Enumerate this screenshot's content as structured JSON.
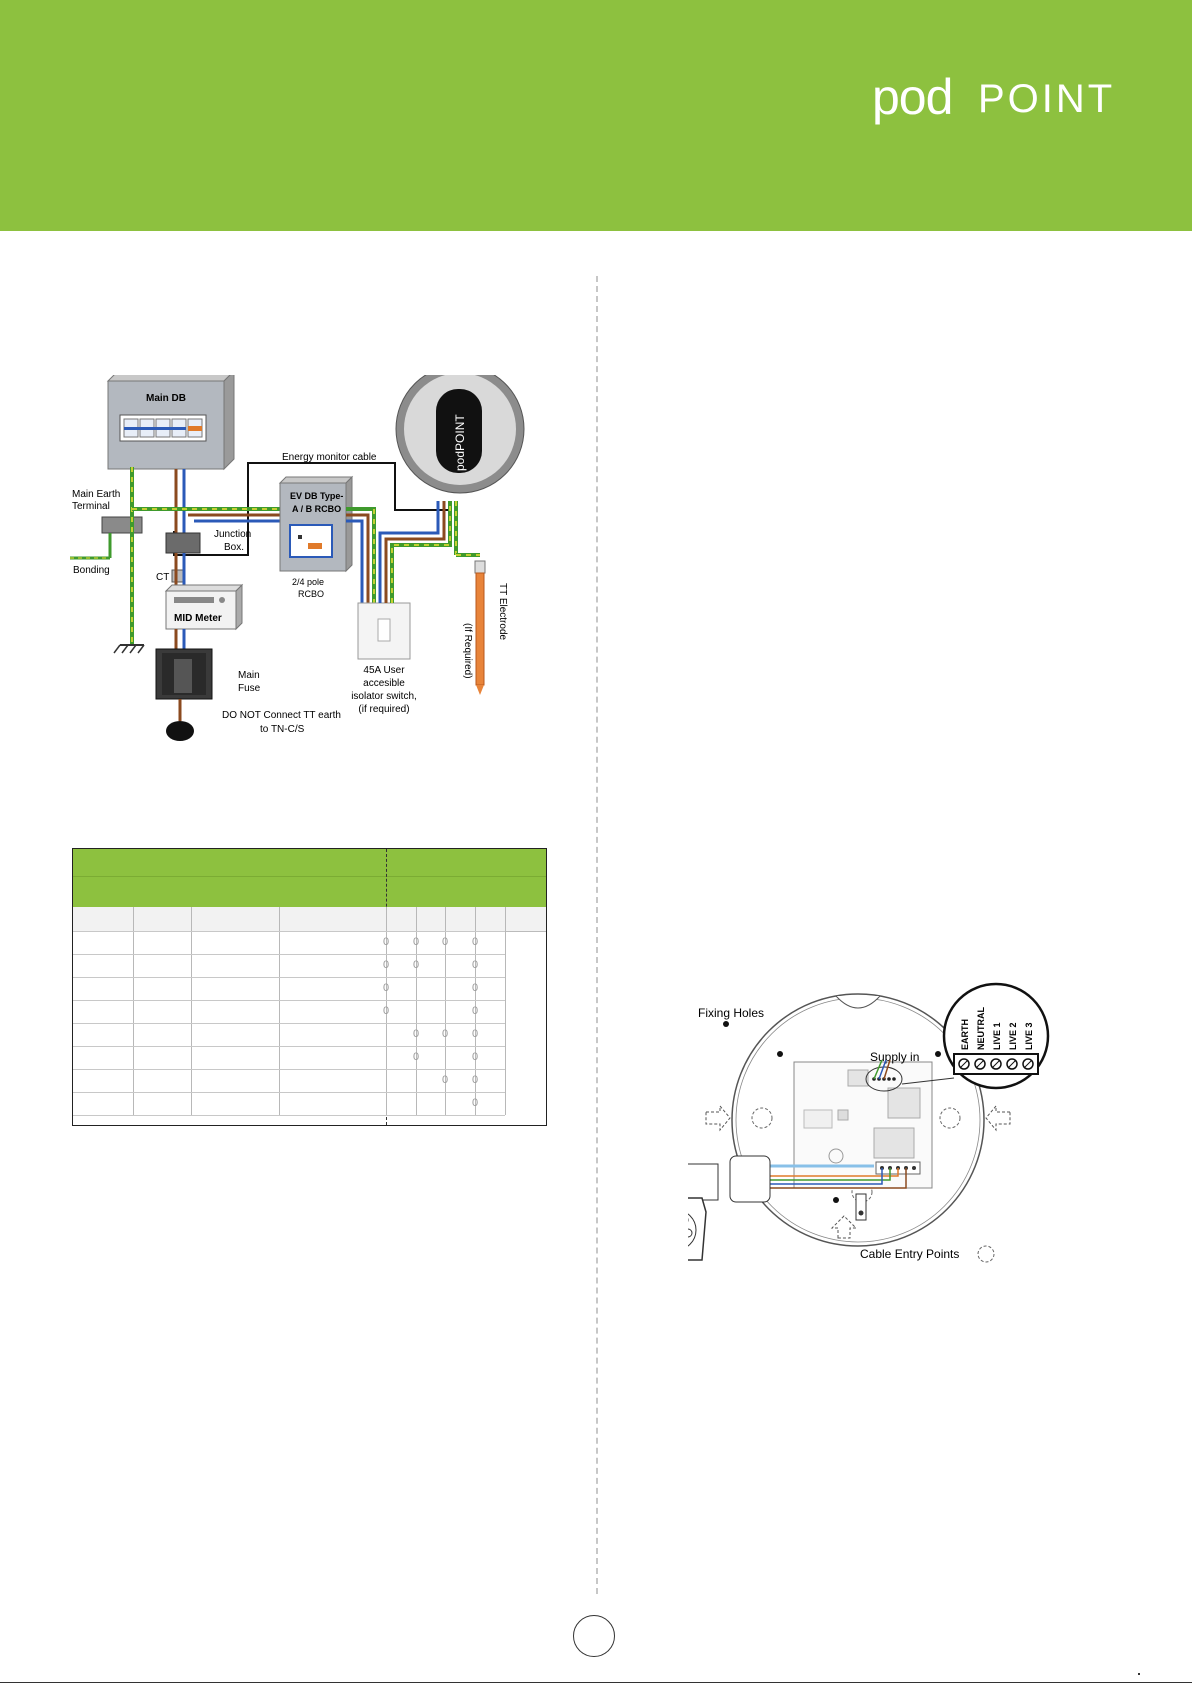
{
  "brand": {
    "pod": "pod",
    "point": "POINT"
  },
  "wiring_diagram": {
    "main_db": "Main DB",
    "energy_monitor_cable": "Energy monitor cable",
    "main_earth_terminal_1": "Main Earth",
    "main_earth_terminal_2": "Terminal",
    "bonding": "Bonding",
    "junction_box_1": "Junction",
    "junction_box_2": "Box.",
    "ev_db_1": "EV DB Type-",
    "ev_db_2": "A / B RCBO",
    "rcbo_1": "2/4 pole",
    "rcbo_2": "RCBO",
    "ct": "CT",
    "mid_meter": "MID Meter",
    "main_fuse_1": "Main",
    "main_fuse_2": "Fuse",
    "warning_1": "DO NOT Connect TT earth",
    "warning_2": "to TN-C/S",
    "isolator_1": "45A User",
    "isolator_2": "accesible",
    "isolator_3": "isolator switch,",
    "isolator_4": "(if required)",
    "tt_electrode": "TT Electrode",
    "if_required": "(If Required)",
    "unit_logo": "podPOINT"
  },
  "table": {
    "rows": [
      [
        "0",
        "0",
        "0",
        "0"
      ],
      [
        "0",
        "0",
        "",
        "0"
      ],
      [
        "0",
        "",
        "",
        "0"
      ],
      [
        "0",
        "",
        "",
        "0"
      ],
      [
        "",
        "0",
        "0",
        "0"
      ],
      [
        "",
        "0",
        "",
        "0"
      ],
      [
        "",
        "",
        "0",
        "0"
      ],
      [
        "",
        "",
        "",
        "0"
      ]
    ]
  },
  "terminal_diagram": {
    "fixing_holes": "Fixing Holes",
    "supply_in": "Supply in",
    "cable_entry_points": "Cable Entry Points",
    "terminals": [
      "EARTH",
      "NEUTRAL",
      "LIVE 1",
      "LIVE 2",
      "LIVE 3"
    ]
  }
}
